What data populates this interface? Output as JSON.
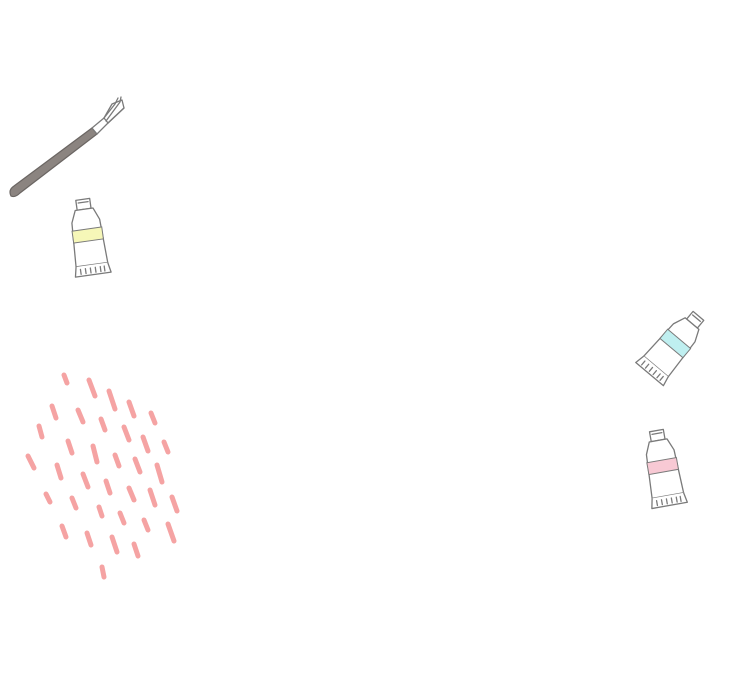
{
  "palette": {
    "background": "#ffffff",
    "brush_handle": "#8b8480",
    "outline": "#7a7a7a",
    "tube_yellow": "#f6f7b8",
    "tube_cyan": "#bfeff0",
    "tube_pink": "#f8c9d4",
    "dash_pattern": "#f5a3a3"
  },
  "objects": [
    {
      "name": "paintbrush",
      "icon": "paintbrush-icon"
    },
    {
      "name": "paint-tube-yellow",
      "icon": "paint-tube-icon",
      "band_color": "#f6f7b8"
    },
    {
      "name": "paint-tube-cyan",
      "icon": "paint-tube-icon",
      "band_color": "#bfeff0"
    },
    {
      "name": "paint-tube-pink",
      "icon": "paint-tube-icon",
      "band_color": "#f8c9d4"
    },
    {
      "name": "pink-dash-pattern",
      "icon": "dash-pattern-icon",
      "color": "#f5a3a3"
    }
  ]
}
